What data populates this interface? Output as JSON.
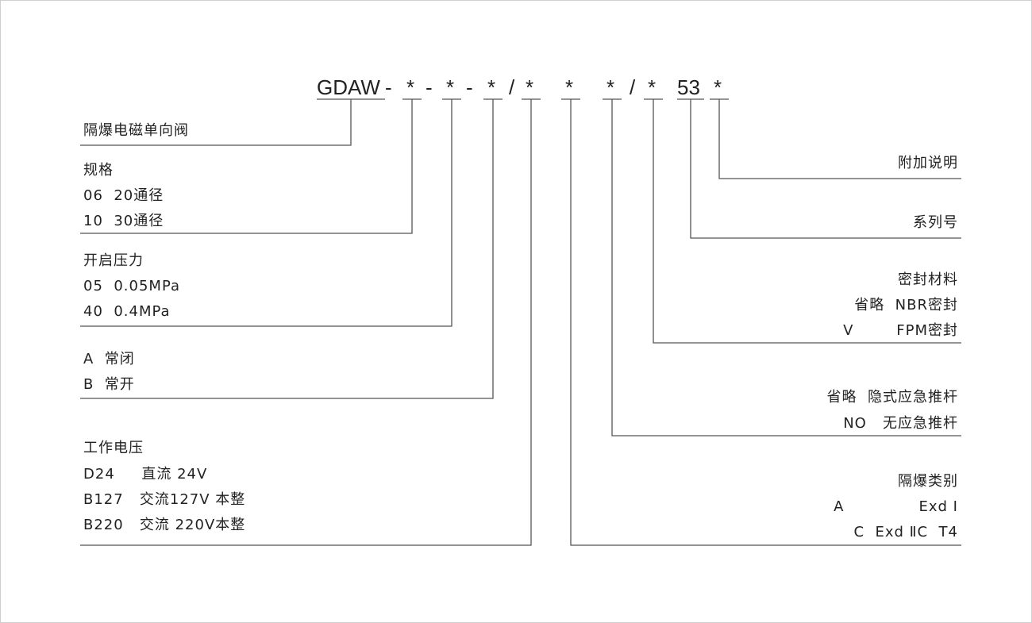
{
  "code": {
    "prefix": "GDAW",
    "sep1": "-",
    "f1": "*",
    "sep2": "-",
    "f2": "*",
    "sep3": "-",
    "f3": "*",
    "slash1": "/",
    "f4": "*",
    "f5": "*",
    "f6": "*",
    "slash2": "/",
    "f7": "*",
    "series": "53",
    "f8": "*"
  },
  "left": {
    "type": "隔爆电磁单向阀",
    "size": {
      "title": "规格",
      "items": [
        "06  20通径",
        "10  30通径"
      ]
    },
    "pressure": {
      "title": "开启压力",
      "items": [
        "05  0.05MPa",
        "40  0.4MPa"
      ]
    },
    "mode": {
      "items": [
        "A  常闭",
        "B  常开"
      ]
    },
    "voltage": {
      "title": "工作电压",
      "items": [
        "D24     直流 24V",
        "B127   交流127V 本整",
        "B220   交流 220V本整"
      ]
    }
  },
  "right": {
    "note": "附加说明",
    "series": "系列号",
    "seal": {
      "title": "密封材料",
      "items": [
        "省略  NBR密封",
        "V        FPM密封"
      ]
    },
    "push": {
      "items": [
        "省略  隐式应急推杆",
        "NO   无应急推杆"
      ]
    },
    "explosion": {
      "title": "隔爆类别",
      "items": [
        "A              Exd Ⅰ",
        "C  Exd ⅡC  T4"
      ]
    }
  }
}
